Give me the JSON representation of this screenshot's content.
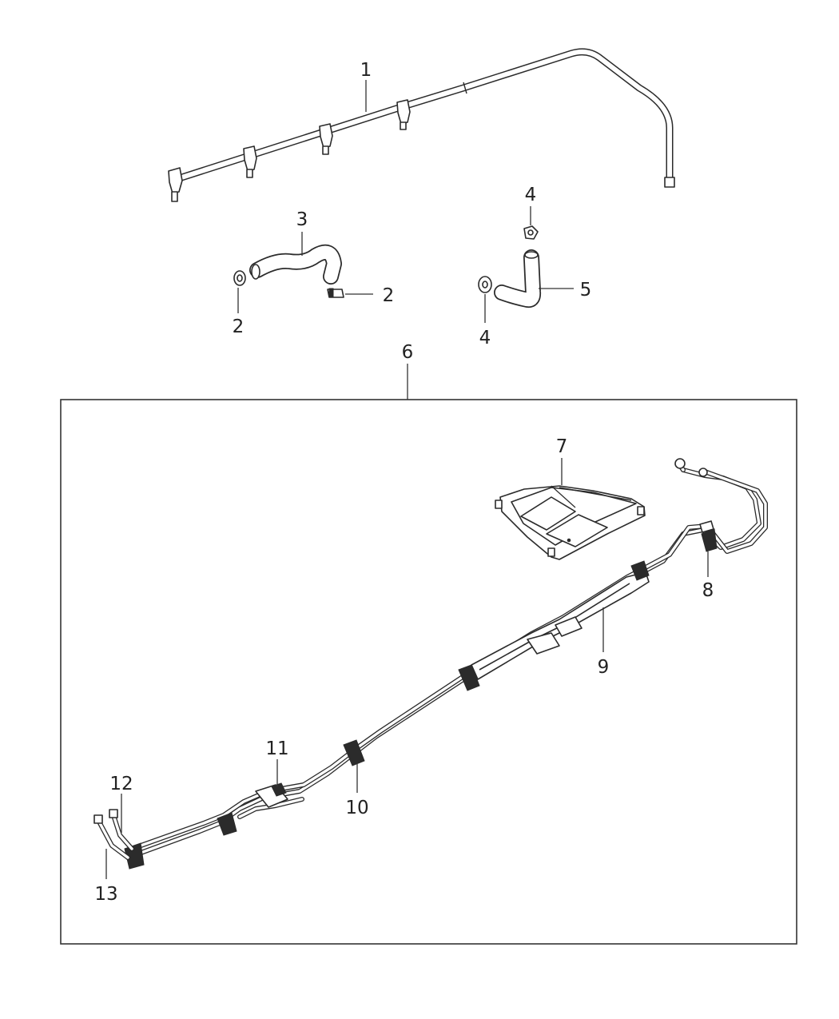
{
  "callouts": {
    "c1": "1",
    "c2a": "2",
    "c2b": "2",
    "c3": "3",
    "c4a": "4",
    "c4b": "4",
    "c5": "5",
    "c6": "6",
    "c7": "7",
    "c8": "8",
    "c9": "9",
    "c10": "10",
    "c11": "11",
    "c12": "12",
    "c13": "13"
  },
  "colors": {
    "line": "#2b2b2b",
    "background": "#ffffff"
  }
}
